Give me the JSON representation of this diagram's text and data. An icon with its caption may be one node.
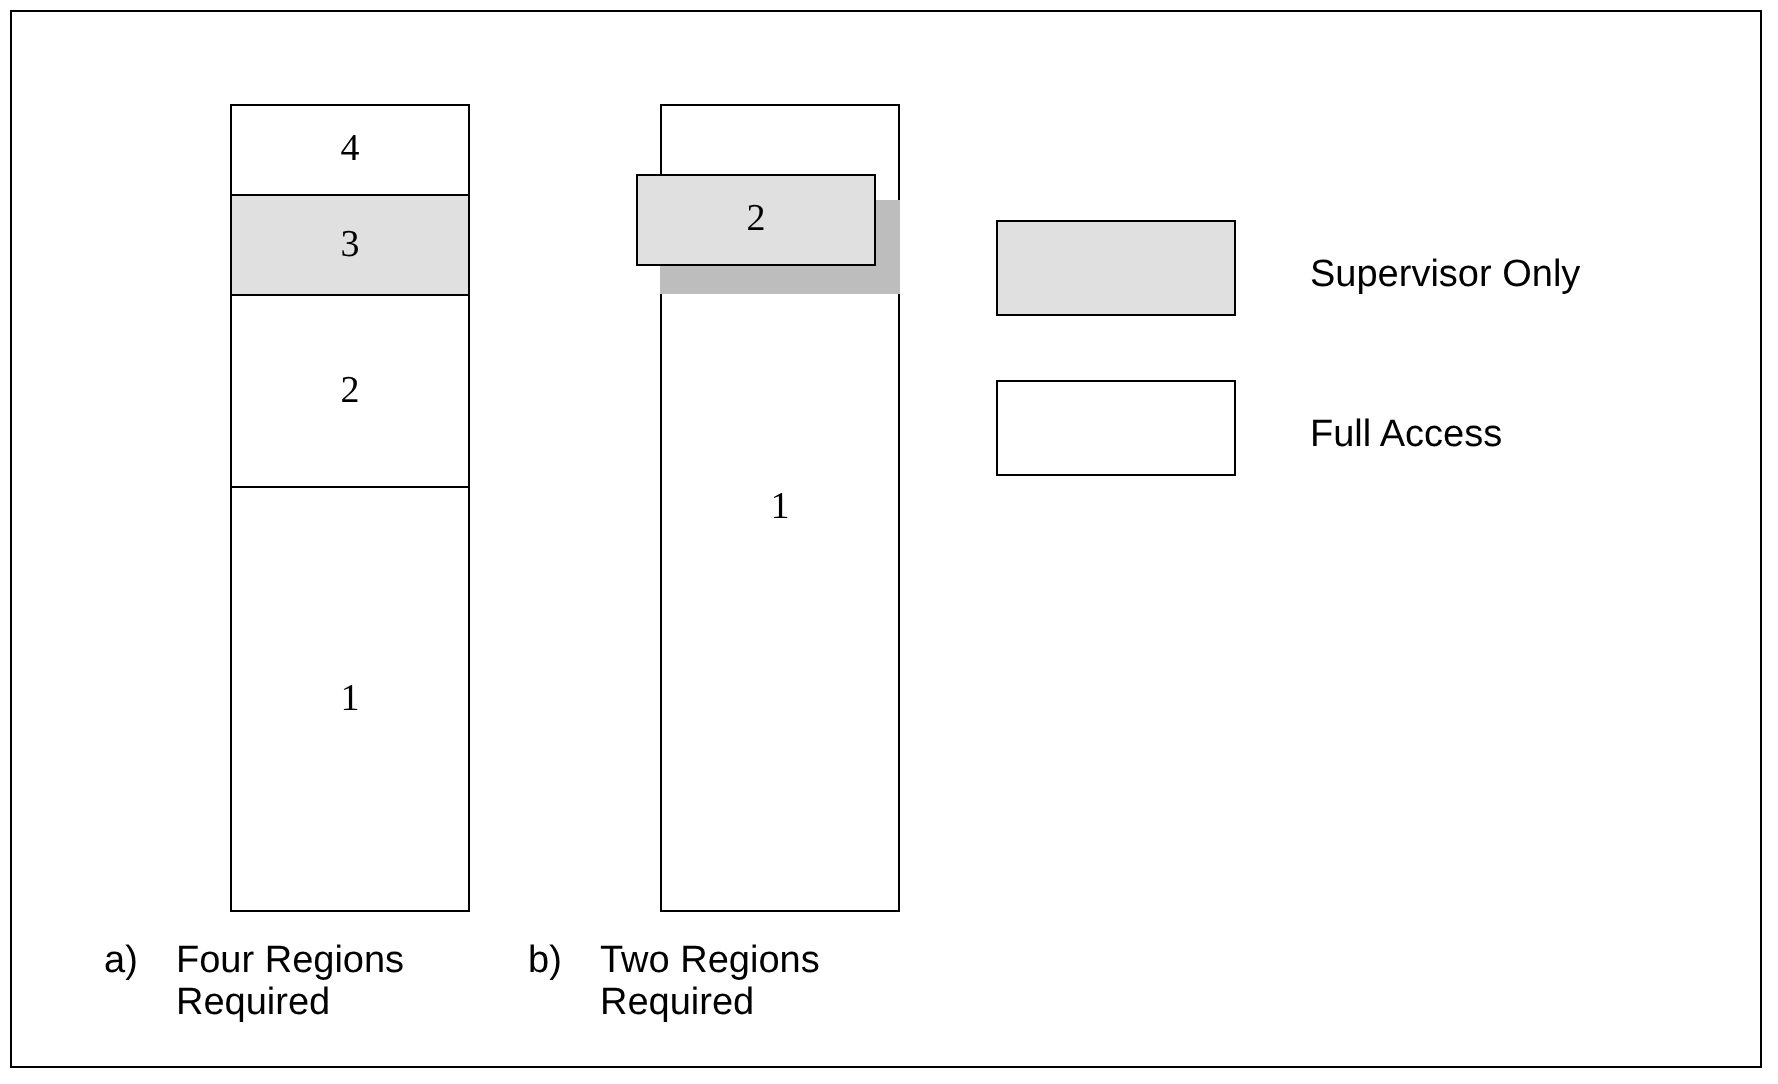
{
  "diagram": {
    "nodes": [
      {
        "text": [
          "4"
        ]
      },
      {
        "text": [
          "3"
        ]
      },
      {
        "text": [
          "2"
        ]
      },
      {
        "text": [
          "1"
        ]
      },
      {
        "text": [
          "1"
        ]
      },
      {
        "text": [
          "2"
        ]
      }
    ],
    "labels": [
      "a)",
      "Four Regions Required",
      "b)",
      "Two Regions Required"
    ],
    "legend": [
      {
        "text": "Supervisor Only",
        "color": "#e0e0e0"
      },
      {
        "text": "Full Access",
        "color": "#ffffff"
      }
    ]
  }
}
